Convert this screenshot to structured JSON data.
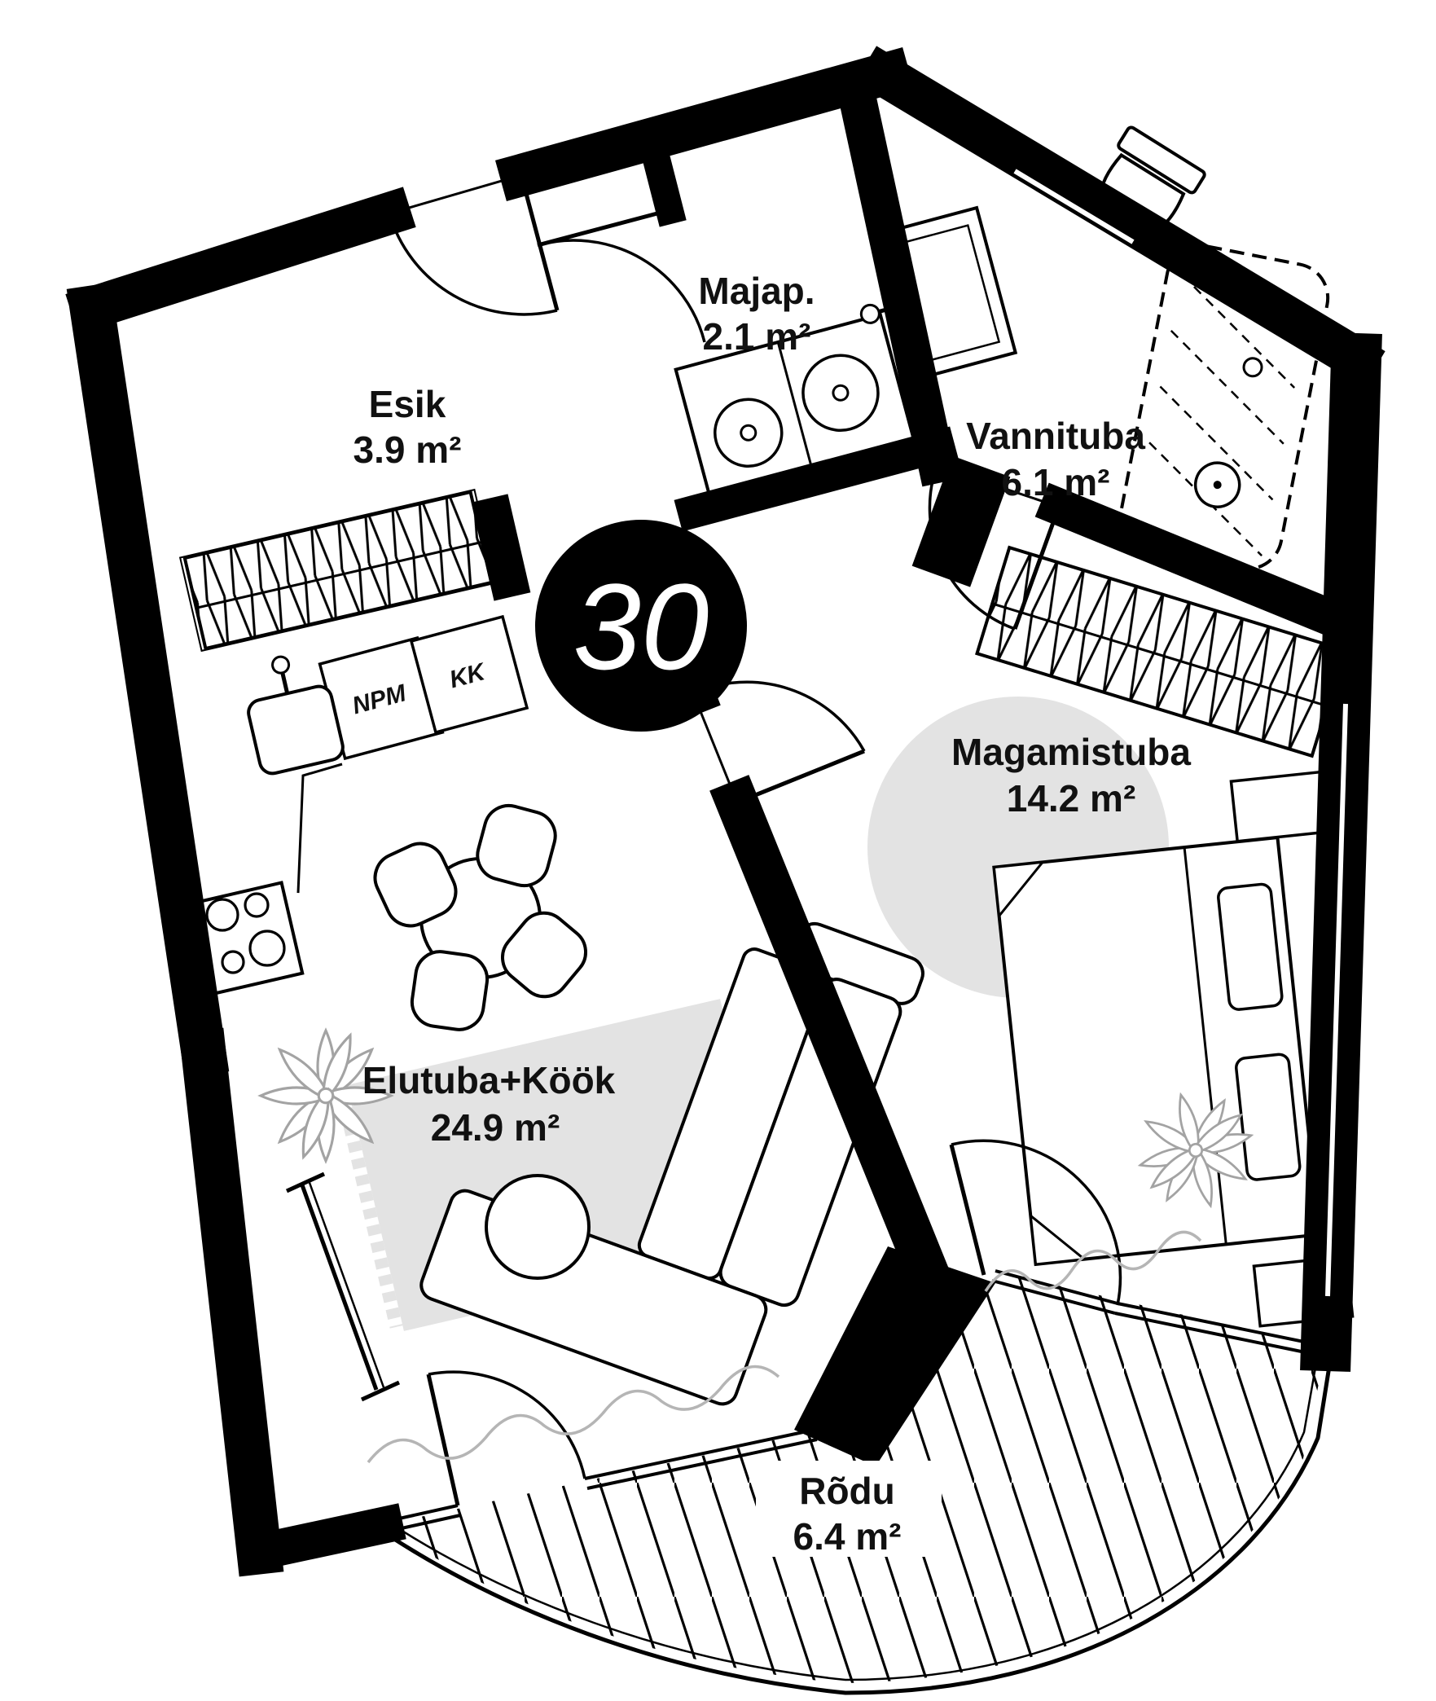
{
  "plan": {
    "unit_number": "30",
    "rooms": [
      {
        "name": "Esik",
        "area": "3.9 m²"
      },
      {
        "name": "Majap.",
        "area": "2.1 m²"
      },
      {
        "name": "Vannituba",
        "area": "6.1 m²"
      },
      {
        "name": "Magamistuba",
        "area": "14.2 m²"
      },
      {
        "name": "Elutuba+Köök",
        "area": "24.9 m²"
      },
      {
        "name": "Rõdu",
        "area": "6.4 m²"
      }
    ],
    "appliances": {
      "dishwasher": "NPM",
      "kitchen_cabinet": "KK"
    },
    "colors": {
      "wall": "#000000",
      "floor": "#ffffff",
      "shade": "#e3e3e3",
      "curtain": "#b5b5b5",
      "plant": "#a3a3a3",
      "badge_bg": "#000000",
      "badge_text": "#ffffff"
    }
  }
}
